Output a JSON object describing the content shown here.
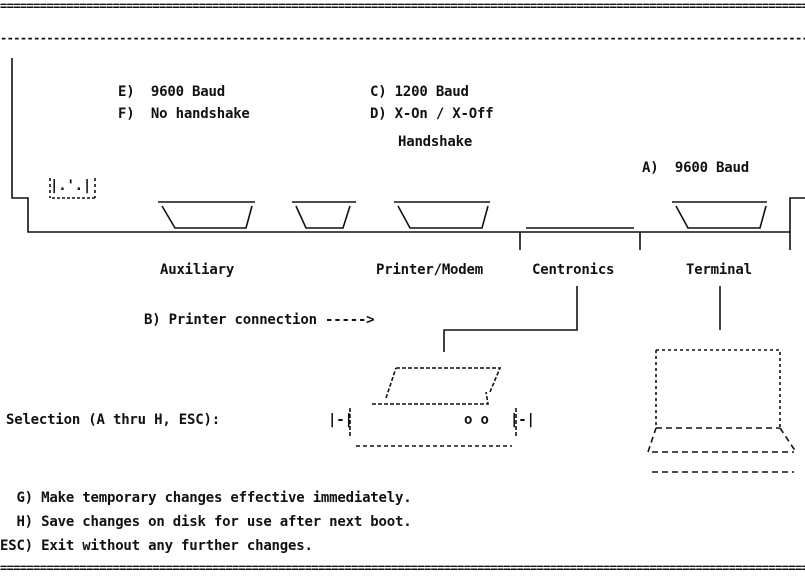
{
  "rules": {
    "top": "================================================================================================================================",
    "second": "--------------------------------------------------------------------------------------------------------------------------------",
    "bottom": "================================================================================================================================"
  },
  "options": {
    "e": "E)  9600 Baud",
    "f": "F)  No handshake",
    "c": "C) 1200 Baud",
    "d": "D) X-On / X-Off",
    "d2": "Handshake",
    "a": "A)  9600 Baud",
    "b": "B) Printer connection ----->"
  },
  "ports": {
    "auxiliary": "Auxiliary",
    "printer_modem": "Printer/Modem",
    "centronics": "Centronics",
    "terminal": "Terminal"
  },
  "prompt": "Selection (A thru H, ESC):",
  "printer_dots": "o o",
  "actions": {
    "g": "  G) Make temporary changes effective immediately.",
    "h": "  H) Save changes on disk for use after next boot.",
    "esc": "ESC) Exit without any further changes."
  }
}
